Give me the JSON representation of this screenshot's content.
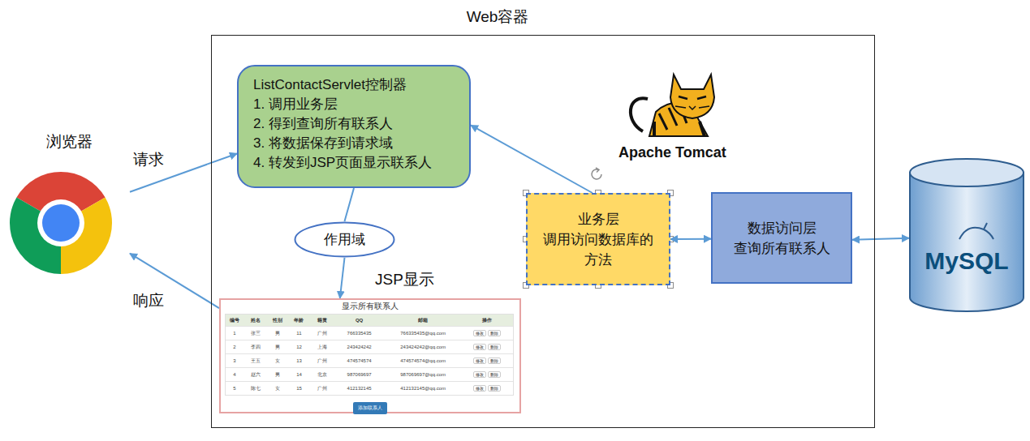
{
  "diagram": {
    "nodes": [
      {
        "text": [
          "浏览器"
        ]
      },
      {
        "text": [
          "Web容器"
        ]
      },
      {
        "text": [
          "ListContactServlet控制器",
          "1. 调用业务层",
          "2. 得到查询所有联系人",
          "3. 将数据保存到请求域",
          "4. 转发到JSP页面显示联系人"
        ],
        "in": 1
      },
      {
        "text": [
          "作用域"
        ],
        "in": 1
      },
      {
        "text": [
          "JSP显示",
          "显示所有联系人"
        ],
        "in": 1
      },
      {
        "text": [
          "业务层",
          "调用访问数据库的 方法"
        ],
        "in": 1
      },
      {
        "text": [
          "数据访问层",
          "查询所有联系人"
        ],
        "in": 1
      },
      {
        "text": [
          "MySQL"
        ]
      }
    ],
    "edges": [
      {
        "from": 0,
        "to": 2,
        "arrow": "to",
        "label": "请求"
      },
      {
        "from": 4,
        "to": 0,
        "arrow": "to",
        "label": "响应"
      },
      {
        "from": 5,
        "to": 2,
        "arrow": "to"
      },
      {
        "from": 2,
        "to": 3,
        "arrow": "none"
      },
      {
        "from": 3,
        "to": 4,
        "arrow": "to"
      },
      {
        "from": 5,
        "to": 6,
        "arrow": "both"
      },
      {
        "from": 6,
        "to": 7,
        "arrow": "both"
      }
    ],
    "labels": [
      "Apache Tomcat",
      "编号",
      "姓名",
      "性别",
      "年龄",
      "籍贯",
      "QQ",
      "邮箱",
      "操作",
      "1",
      "张三",
      "男",
      "11",
      "广州",
      "766335435",
      "766335435@qq.com",
      "修改",
      "删除",
      "2",
      "李四",
      "男",
      "12",
      "上海",
      "243424242",
      "243424242@qq.com",
      "修改",
      "删除",
      "3",
      "王五",
      "女",
      "13",
      "广州",
      "474574574",
      "474574574@qq.com",
      "修改",
      "删除",
      "4",
      "赵六",
      "男",
      "14",
      "北京",
      "987069697",
      "987069697@qq.com",
      "修改",
      "删除",
      "5",
      "陈七",
      "女",
      "15",
      "广州",
      "412132145",
      "412132145@qq.com",
      "修改",
      "删除",
      "添加联系人"
    ]
  }
}
